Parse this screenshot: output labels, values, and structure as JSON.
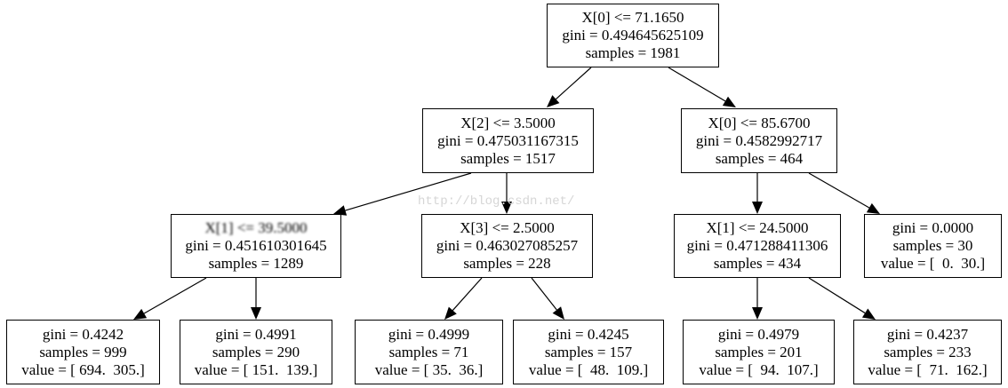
{
  "watermark": "http://blog.csdn.net/",
  "nodes": {
    "root": [
      "X[0] <= 71.1650",
      "gini = 0.494645625109",
      "samples = 1981"
    ],
    "l": [
      "X[2] <= 3.5000",
      "gini = 0.475031167315",
      "samples = 1517"
    ],
    "r": [
      "X[0] <= 85.6700",
      "gini = 0.4582992717",
      "samples = 464"
    ],
    "ll": [
      "X[1] <= 39.5000",
      "gini = 0.451610301645",
      "samples = 1289"
    ],
    "lr": [
      "X[3] <= 2.5000",
      "gini = 0.463027085257",
      "samples = 228"
    ],
    "rl": [
      "X[1] <= 24.5000",
      "gini = 0.471288411306",
      "samples = 434"
    ],
    "rr": [
      "gini = 0.0000",
      "samples = 30",
      "value = [  0.  30.]"
    ],
    "lll": [
      "gini = 0.4242",
      "samples = 999",
      "value = [ 694.  305.]"
    ],
    "llr": [
      "gini = 0.4991",
      "samples = 290",
      "value = [ 151.  139.]"
    ],
    "lrl": [
      "gini = 0.4999",
      "samples = 71",
      "value = [ 35.  36.]"
    ],
    "lrr": [
      "gini = 0.4245",
      "samples = 157",
      "value = [  48.  109.]"
    ],
    "rll": [
      "gini = 0.4979",
      "samples = 201",
      "value = [  94.  107.]"
    ],
    "rlr": [
      "gini = 0.4237",
      "samples = 233",
      "value = [  71.  162.]"
    ]
  }
}
